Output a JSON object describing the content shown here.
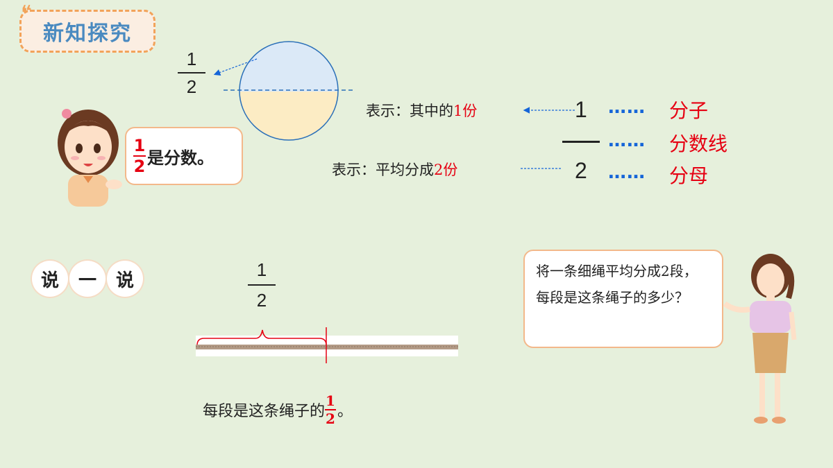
{
  "title": {
    "quote": "❝",
    "text": "新知探究"
  },
  "top_fraction": {
    "numerator": "1",
    "denominator": "2"
  },
  "girl_bubble": {
    "numerator": "1",
    "denominator": "2",
    "text": "是分数。"
  },
  "explanations": {
    "numerator_prefix": "表示：其中的",
    "numerator_highlight": "1份",
    "denominator_prefix": "表示：平均分成",
    "denominator_highlight": "2份"
  },
  "fraction_parts": {
    "numerator": "1",
    "denominator": "2",
    "dots": "……",
    "numerator_term": "分子",
    "line_term": "分数线",
    "denominator_term": "分母"
  },
  "say_say": [
    "说",
    "一",
    "说"
  ],
  "rope_fraction": {
    "numerator": "1",
    "denominator": "2"
  },
  "teacher_bubble": {
    "text": "将一条细绳平均分成2段，每段是这条绳子的多少？"
  },
  "answer": {
    "text": "每段是这条绳子的",
    "numerator": "1",
    "denominator": "2",
    "suffix": "。"
  },
  "colors": {
    "background": "#e6f0dc",
    "highlight": "#e60012",
    "accent_blue": "#1565d8",
    "circle_top": "#dbe9f7",
    "circle_bottom": "#fcecc4"
  }
}
